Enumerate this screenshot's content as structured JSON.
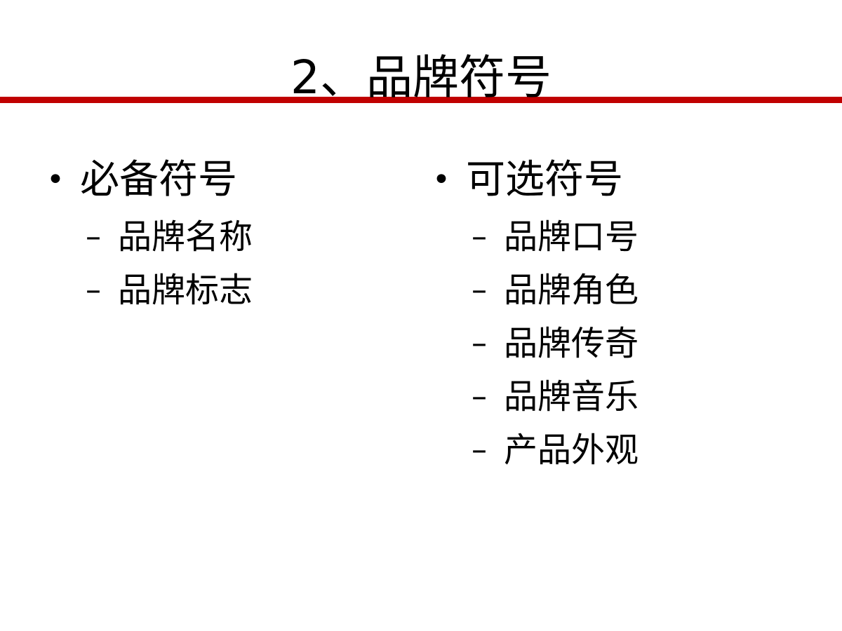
{
  "slide": {
    "title": "2、品牌符号",
    "accent_color": "#c00000",
    "left": {
      "bullet": "•",
      "heading": "必备符号",
      "items": [
        {
          "dash": "–",
          "label": "品牌名称"
        },
        {
          "dash": "–",
          "label": "品牌标志"
        }
      ]
    },
    "right": {
      "bullet": "•",
      "heading": "可选符号",
      "items": [
        {
          "dash": "–",
          "label": "品牌口号"
        },
        {
          "dash": "–",
          "label": "品牌角色"
        },
        {
          "dash": "–",
          "label": "品牌传奇"
        },
        {
          "dash": "–",
          "label": "品牌音乐"
        },
        {
          "dash": "–",
          "label": "产品外观"
        }
      ]
    }
  }
}
